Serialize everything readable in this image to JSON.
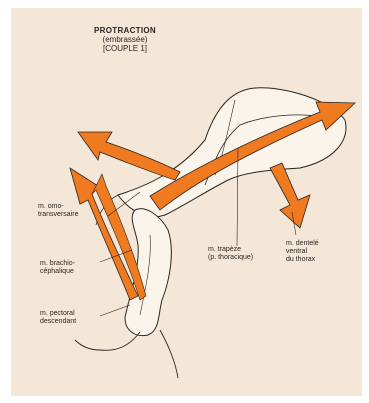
{
  "title": {
    "line1": "PROTRACTION",
    "line2": "(embrassée)",
    "line3": "[COUPLE 1]"
  },
  "labels": {
    "omo_transversaire": {
      "line1": "m. omo-",
      "line2": "transversaire"
    },
    "brachiocephalique": {
      "line1": "m. brachio-",
      "line2": "céphalique"
    },
    "pectoral_descendant": {
      "line1": "m. pectoral",
      "line2": "descendant"
    },
    "trapeze": {
      "line1": "m. trapèze",
      "line2": "(p. thoracique)"
    },
    "dentele": {
      "line1": "m. dentelé",
      "line2": "ventral",
      "line3": "du thorax"
    }
  },
  "colors": {
    "paper": "#f4e7d7",
    "muscle_arrow": "#f07a20",
    "outline": "#2b2521"
  }
}
